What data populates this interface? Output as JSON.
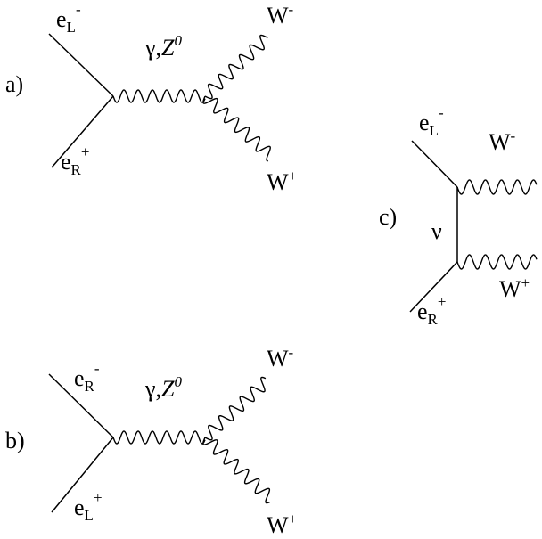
{
  "diagrams": {
    "a": {
      "panel_label": "a)",
      "incoming_top": {
        "base": "e",
        "sub": "L",
        "sup": "-"
      },
      "incoming_bottom": {
        "base": "e",
        "sub": "R",
        "sup": "+"
      },
      "propagator": {
        "gamma": "γ,",
        "z": "Z",
        "z_sup": "0"
      },
      "outgoing_top": {
        "base": "W",
        "sup": "-"
      },
      "outgoing_bottom": {
        "base": "W",
        "sup": "+"
      }
    },
    "b": {
      "panel_label": "b)",
      "incoming_top": {
        "base": "e",
        "sub": "R",
        "sup": "-"
      },
      "incoming_bottom": {
        "base": "e",
        "sub": "L",
        "sup": "+"
      },
      "propagator": {
        "gamma": "γ,",
        "z": "Z",
        "z_sup": "0"
      },
      "outgoing_top": {
        "base": "W",
        "sup": "-"
      },
      "outgoing_bottom": {
        "base": "W",
        "sup": "+"
      }
    },
    "c": {
      "panel_label": "c)",
      "incoming_top": {
        "base": "e",
        "sub": "L",
        "sup": "-"
      },
      "incoming_bottom": {
        "base": "e",
        "sub": "R",
        "sup": "+"
      },
      "propagator": {
        "nu": "ν"
      },
      "outgoing_top": {
        "base": "W",
        "sup": "-"
      },
      "outgoing_bottom": {
        "base": "W",
        "sup": "+"
      }
    }
  }
}
